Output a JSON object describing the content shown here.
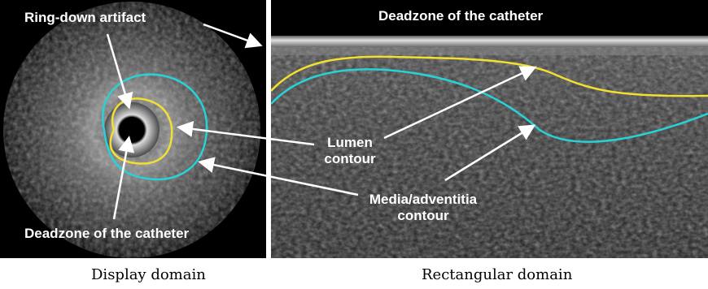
{
  "left_panel": {
    "label_ring_down": "Ring-down artifact",
    "label_deadzone": "Deadzone of the catheter",
    "caption": "Display domain"
  },
  "right_panel": {
    "label_deadzone": "Deadzone of the catheter",
    "label_lumen": [
      "Lumen",
      "contour"
    ],
    "label_media": [
      "Media/adventitia",
      "contour"
    ],
    "caption": "Rectangular domain"
  },
  "colors": {
    "lumen_contour": "#f2e030",
    "media_contour": "#27d3d6",
    "annotation": "#ffffff",
    "background": "#000000"
  }
}
